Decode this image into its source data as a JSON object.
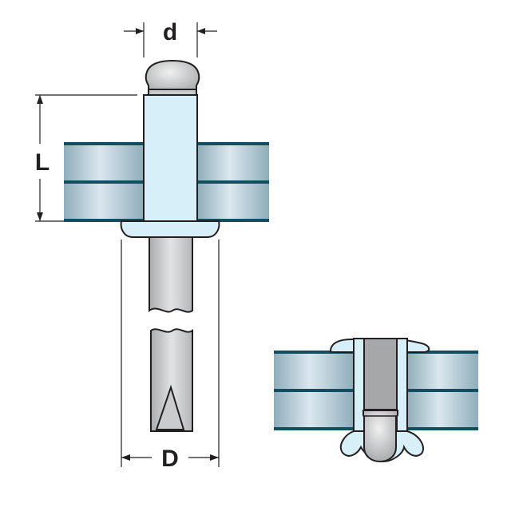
{
  "labels": {
    "rivet_body_diameter": "d",
    "grip_length": "L",
    "head_diameter": "D"
  },
  "colors": {
    "sheet_fill_light": "#d6e4ec",
    "sheet_fill_dark": "#9ab6c3",
    "sheet_edge": "#0f4f60",
    "rivet_sleeve": "#d7eff9",
    "mandrel": "#d2d3d4",
    "mandrel_dark": "#a5a7a9",
    "outline": "#231f20"
  }
}
